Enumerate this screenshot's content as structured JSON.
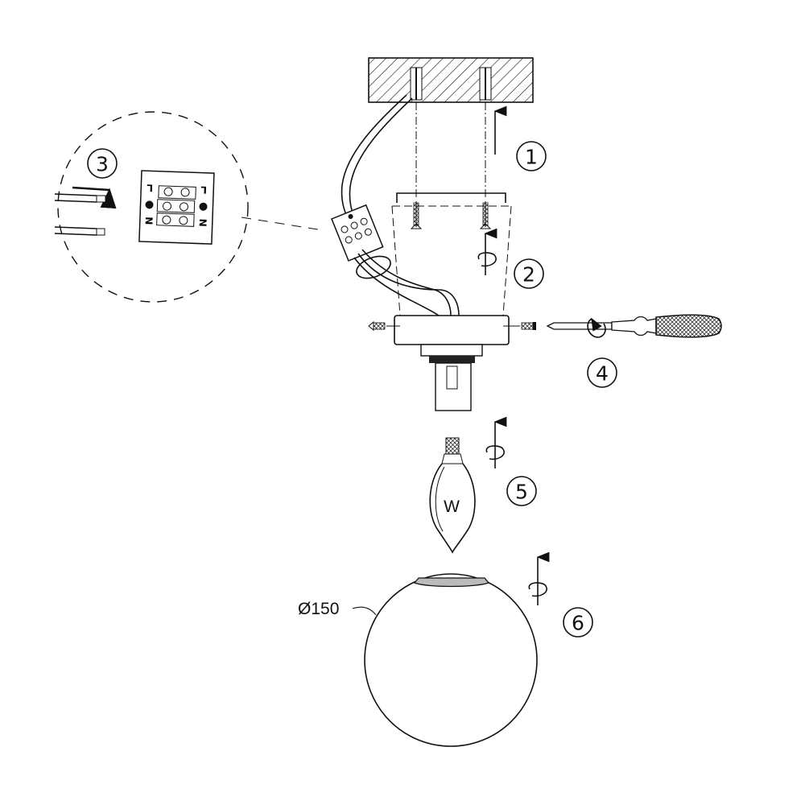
{
  "diagram": {
    "steps": [
      {
        "number": "1",
        "action": "mount-screws"
      },
      {
        "number": "2",
        "action": "attach-canopy"
      },
      {
        "number": "3",
        "action": "connect-wires"
      },
      {
        "number": "4",
        "action": "tighten-side-screws"
      },
      {
        "number": "5",
        "action": "insert-bulb"
      },
      {
        "number": "6",
        "action": "attach-globe"
      }
    ],
    "bulb_label": "W",
    "globe_dimension": "Ø150",
    "terminal_labels": {
      "live": "L",
      "neutral": "N"
    },
    "colors": {
      "line": "#111111",
      "background": "#ffffff"
    }
  }
}
